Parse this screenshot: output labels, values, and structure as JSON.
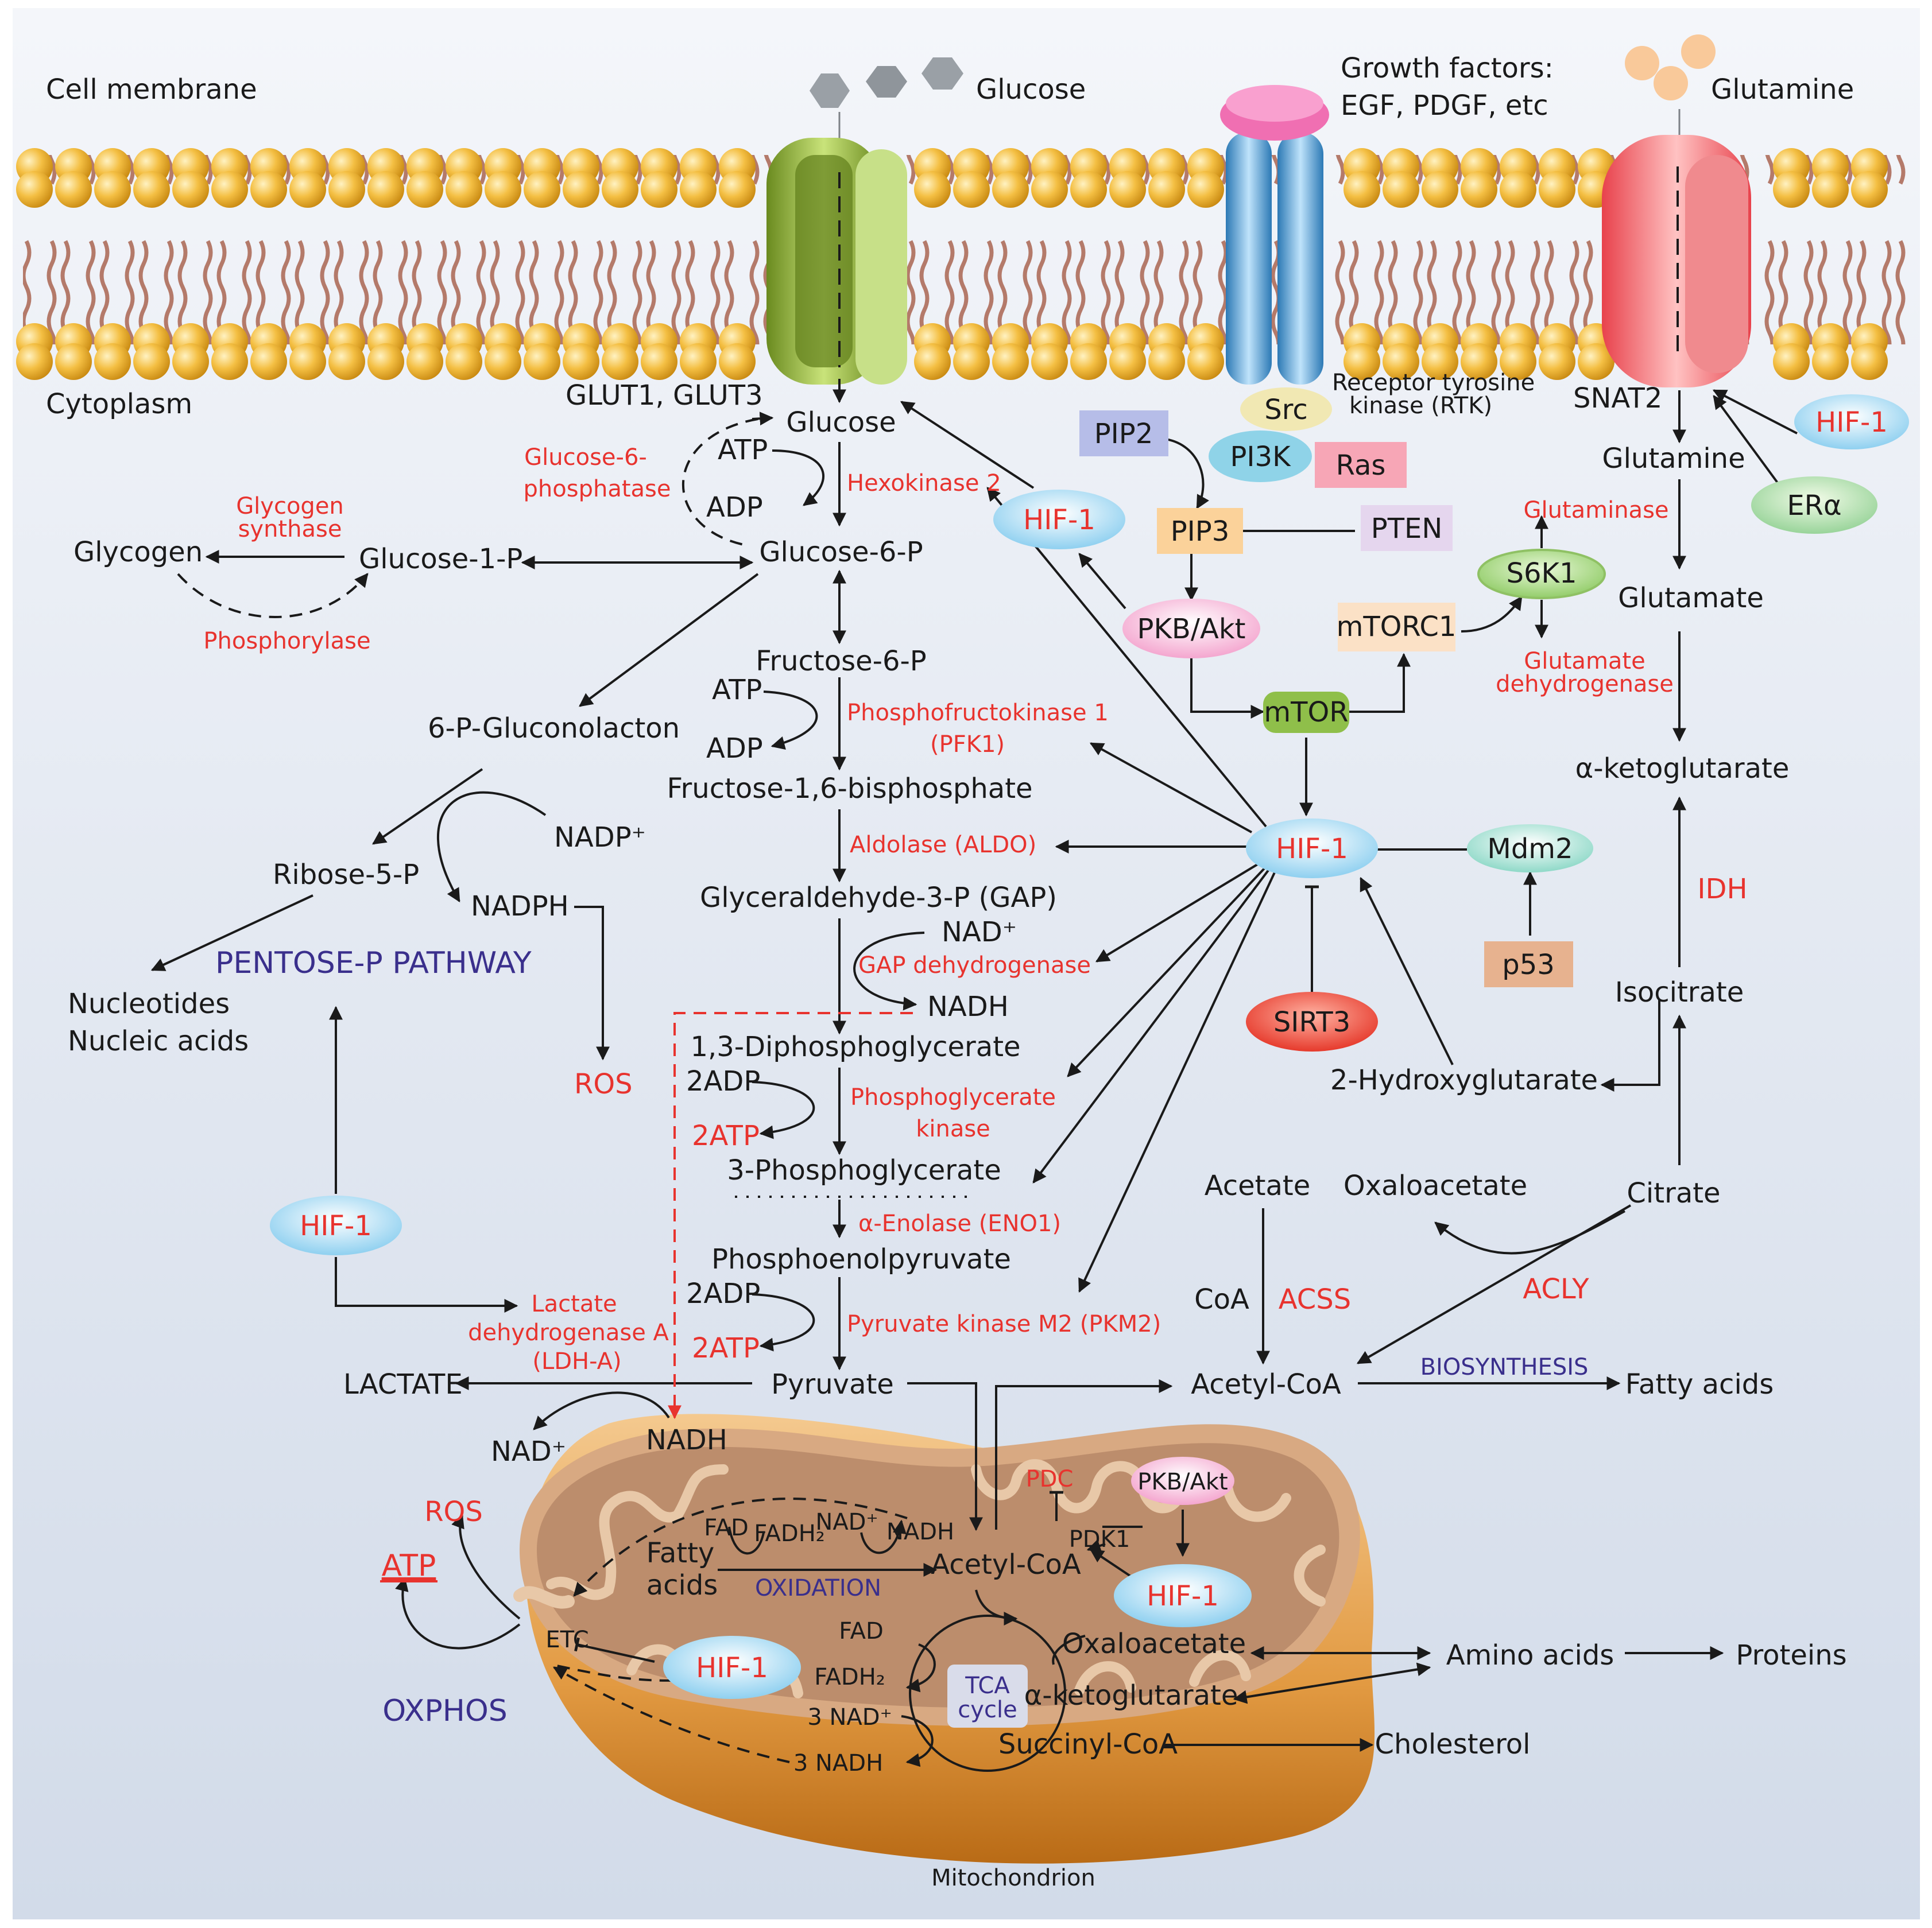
{
  "regions": {
    "cell_membrane": "Cell membrane",
    "cytoplasm": "Cytoplasm",
    "mitochondrion": "Mitochondrion"
  },
  "transporters": {
    "glucose": "Glucose",
    "glut": "GLUT1, GLUT3",
    "growth_factors_1": "Growth factors:",
    "growth_factors_2": "EGF, PDGF, etc",
    "rtk_1": "Receptor tyrosine",
    "rtk_2": "kinase (RTK)",
    "glutamine": "Glutamine",
    "snat2": "SNAT2"
  },
  "glycolysis": {
    "glucose": "Glucose",
    "atp1": "ATP",
    "adp1": "ADP",
    "hexokinase": "Hexokinase 2",
    "g6p": "Glucose-6-P",
    "g6pase_1": "Glucose-6-",
    "g6pase_2": "phosphatase",
    "f6p": "Fructose-6-P",
    "atp2": "ATP",
    "adp2": "ADP",
    "pfk_1": "Phosphofructokinase 1",
    "pfk_2": "(PFK1)",
    "f16bp": "Fructose-1,6-bisphosphate",
    "aldolase": "Aldolase (ALDO)",
    "gap": "Glyceraldehyde-3-P (GAP)",
    "nad": "NAD⁺",
    "gapdh": "GAP dehydrogenase",
    "nadh": "NADH",
    "bpg": "1,3-Diphosphoglycerate",
    "adp3": "2ADP",
    "atp3": "2ATP",
    "pgk_1": "Phosphoglycerate",
    "pgk_2": "kinase",
    "pg3": "3-Phosphoglycerate",
    "enolase": "α-Enolase (ENO1)",
    "pep": "Phosphoenolpyruvate",
    "adp4": "2ADP",
    "atp4": "2ATP",
    "pkm2": "Pyruvate kinase M2 (PKM2)",
    "pyruvate": "Pyruvate",
    "lactate": "LACTATE",
    "ldha_1": "Lactate",
    "ldha_2": "dehydrogenase A",
    "ldha_3": "(LDH-A)",
    "nad_out": "NAD⁺",
    "nadh_out": "NADH"
  },
  "glycogen": {
    "glycogen": "Glycogen",
    "g1p": "Glucose-1-P",
    "synthase_1": "Glycogen",
    "synthase_2": "synthase",
    "phosphorylase": "Phosphorylase"
  },
  "ppp": {
    "gluconolacton": "6-P-Gluconolacton",
    "nadp": "NADP⁺",
    "ribose": "Ribose-5-P",
    "nadph": "NADPH",
    "pathway": "PENTOSE-P PATHWAY",
    "nucleotides": "Nucleotides",
    "nucleic": "Nucleic acids",
    "ros": "ROS"
  },
  "signaling": {
    "pip2": "PIP2",
    "pi3k": "PI3K",
    "ras": "Ras",
    "src": "Src",
    "pip3": "PIP3",
    "pten": "PTEN",
    "akt": "PKB/Akt",
    "mtorc1": "mTORC1",
    "mtor": "mTOR",
    "s6k1": "S6K1",
    "hif1": "HIF-1",
    "mdm2": "Mdm2",
    "p53": "p53",
    "sirt3": "SIRT3",
    "era": "ERα"
  },
  "glutamine_path": {
    "glutamine": "Glutamine",
    "glutaminase": "Glutaminase",
    "glutamate": "Glutamate",
    "gdh_1": "Glutamate",
    "gdh_2": "dehydrogenase",
    "akg": "α-ketoglutarate",
    "idh": "IDH",
    "isocitrate": "Isocitrate",
    "hg2": "2-Hydroxyglutarate",
    "citrate": "Citrate",
    "oaa": "Oxaloacetate",
    "acly": "ACLY",
    "acetate": "Acetate",
    "coa": "CoA",
    "acss": "ACSS",
    "acetylcoa": "Acetyl-CoA",
    "biosynthesis": "BIOSYNTHESIS",
    "fatty": "Fatty acids"
  },
  "mito": {
    "ros": "ROS",
    "atp": "ATP",
    "oxphos": "OXPHOS",
    "etc": "ETC",
    "fad": "FAD",
    "fadh2": "FADH₂",
    "nad": "NAD⁺",
    "nadh": "NADH",
    "fatty_1": "Fatty",
    "fatty_2": "acids",
    "oxidation": "OXIDATION",
    "acetylcoa": "Acetyl-CoA",
    "pdc": "PDC",
    "pdk1": "PDK1",
    "akt": "PKB/Akt",
    "hif1": "HIF-1",
    "fad2": "FAD",
    "fadh2_2": "FADH₂",
    "nad3": "3 NAD⁺",
    "nadh3": "3 NADH",
    "tca_1": "TCA",
    "tca_2": "cycle",
    "oaa": "Oxaloacetate",
    "akg": "α-ketoglutarate",
    "succinyl": "Succinyl-CoA",
    "amino": "Amino acids",
    "proteins": "Proteins",
    "cholesterol": "Cholesterol"
  },
  "colors": {
    "background_top": "#f4f6fa",
    "background_bottom": "#d6deea",
    "enzyme_red": "#e8332e",
    "pathway_blue": "#3a2f8c",
    "hif_blue": "#b9e3f6",
    "lipid_head": "#f1b93b",
    "mito_outer": "#e6a04a",
    "mito_inner": "#c8946f"
  }
}
